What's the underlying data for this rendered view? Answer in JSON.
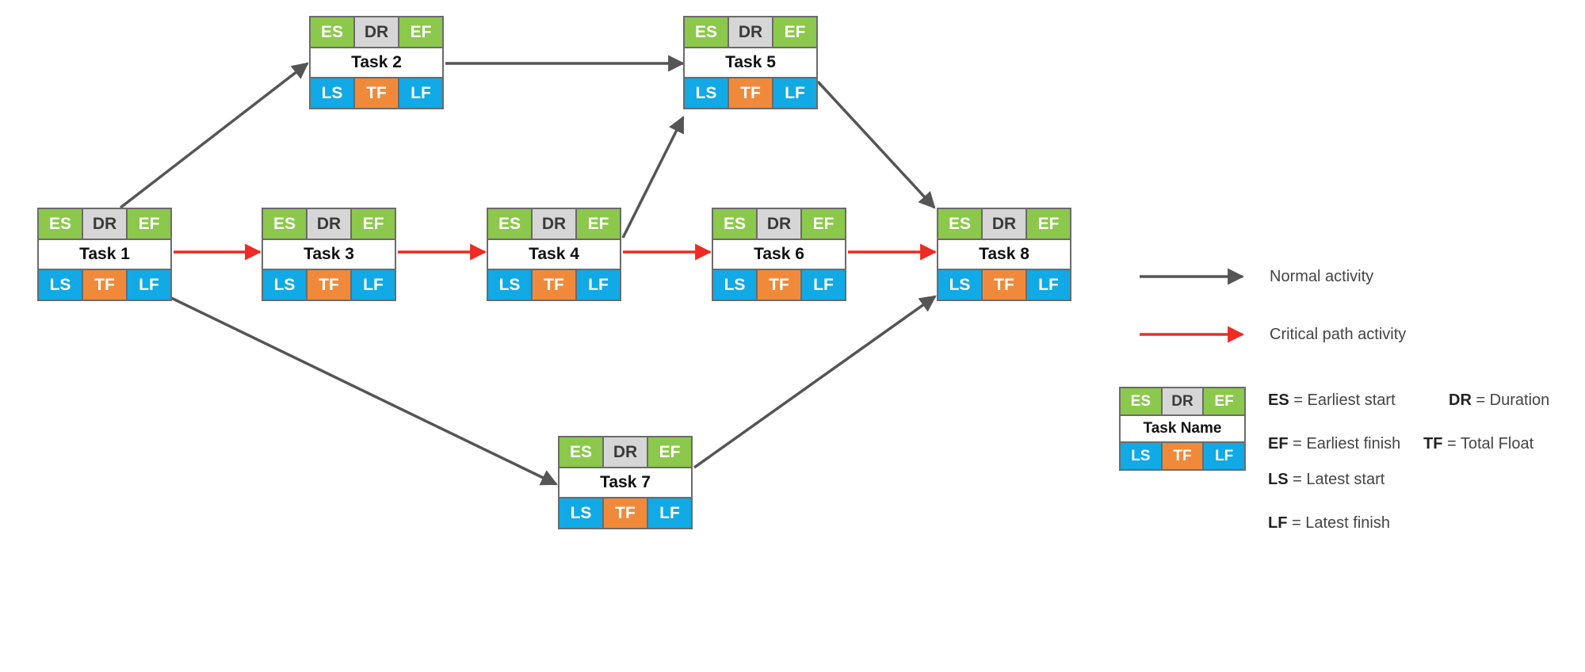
{
  "cell_labels": {
    "es": "ES",
    "dr": "DR",
    "ef": "EF",
    "ls": "LS",
    "tf": "TF",
    "lf": "LF"
  },
  "colors": {
    "normal_arrow": "#555555",
    "critical_arrow": "#ee2a24",
    "es_ef": "#8cc84b",
    "dr": "#d6d6d6",
    "ls_lf": "#11a9e6",
    "tf": "#f08a3a"
  },
  "tasks": [
    {
      "id": "t1",
      "name": "Task 1"
    },
    {
      "id": "t2",
      "name": "Task 2"
    },
    {
      "id": "t3",
      "name": "Task 3"
    },
    {
      "id": "t4",
      "name": "Task 4"
    },
    {
      "id": "t5",
      "name": "Task 5"
    },
    {
      "id": "t6",
      "name": "Task 6"
    },
    {
      "id": "t7",
      "name": "Task 7"
    },
    {
      "id": "t8",
      "name": "Task 8"
    }
  ],
  "edges": [
    {
      "from": "Task 1",
      "to": "Task 2",
      "type": "normal"
    },
    {
      "from": "Task 1",
      "to": "Task 3",
      "type": "critical"
    },
    {
      "from": "Task 1",
      "to": "Task 7",
      "type": "normal"
    },
    {
      "from": "Task 2",
      "to": "Task 5",
      "type": "normal"
    },
    {
      "from": "Task 3",
      "to": "Task 4",
      "type": "critical"
    },
    {
      "from": "Task 4",
      "to": "Task 5",
      "type": "normal"
    },
    {
      "from": "Task 4",
      "to": "Task 6",
      "type": "critical"
    },
    {
      "from": "Task 5",
      "to": "Task 8",
      "type": "normal"
    },
    {
      "from": "Task 6",
      "to": "Task 8",
      "type": "critical"
    },
    {
      "from": "Task 7",
      "to": "Task 8",
      "type": "normal"
    }
  ],
  "legend": {
    "normal_label": "Normal activity",
    "critical_label": "Critical path activity",
    "sample_task_name": "Task Name",
    "definitions": {
      "es": {
        "abbr": "ES",
        "text": " = Earliest start"
      },
      "dr": {
        "abbr": "DR",
        "text": " = Duration"
      },
      "ef": {
        "abbr": "EF",
        "text": " = Earliest finish"
      },
      "tf": {
        "abbr": "TF",
        "text": " = Total Float"
      },
      "ls": {
        "abbr": "LS",
        "text": " = Latest start"
      },
      "lf": {
        "abbr": "LF",
        "text": " = Latest finish"
      }
    }
  }
}
